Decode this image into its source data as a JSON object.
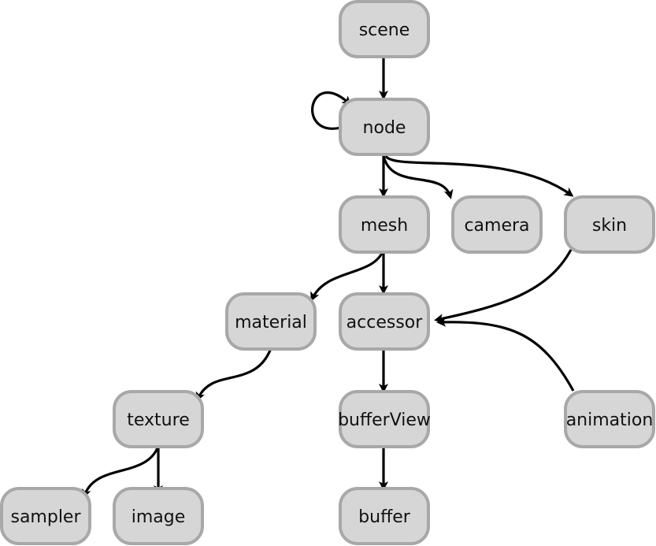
{
  "nodes": {
    "scene": "scene",
    "node": "node",
    "mesh": "mesh",
    "camera": "camera",
    "skin": "skin",
    "material": "material",
    "accessor": "accessor",
    "texture": "texture",
    "bufferView": "bufferView",
    "animation": "animation",
    "sampler": "sampler",
    "image": "image",
    "buffer": "buffer"
  },
  "edges": [
    {
      "from": "scene",
      "to": "node"
    },
    {
      "from": "node",
      "to": "node"
    },
    {
      "from": "node",
      "to": "mesh"
    },
    {
      "from": "node",
      "to": "camera"
    },
    {
      "from": "node",
      "to": "skin"
    },
    {
      "from": "mesh",
      "to": "material"
    },
    {
      "from": "mesh",
      "to": "accessor"
    },
    {
      "from": "skin",
      "to": "accessor"
    },
    {
      "from": "animation",
      "to": "accessor"
    },
    {
      "from": "material",
      "to": "texture"
    },
    {
      "from": "accessor",
      "to": "bufferView"
    },
    {
      "from": "bufferView",
      "to": "buffer"
    },
    {
      "from": "texture",
      "to": "sampler"
    },
    {
      "from": "texture",
      "to": "image"
    }
  ]
}
